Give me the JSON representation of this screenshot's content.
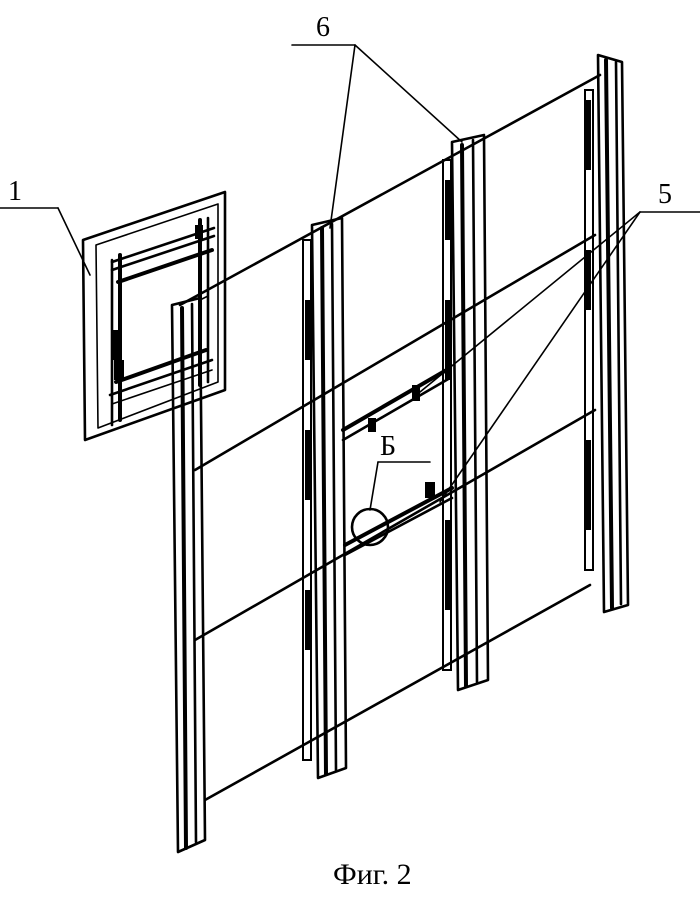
{
  "labels": {
    "part_1": "1",
    "part_5": "5",
    "part_6": "6",
    "detail_b": "Б"
  },
  "caption": "Фиг. 2",
  "colors": {
    "ink": "#000000",
    "paper": "#ffffff"
  }
}
